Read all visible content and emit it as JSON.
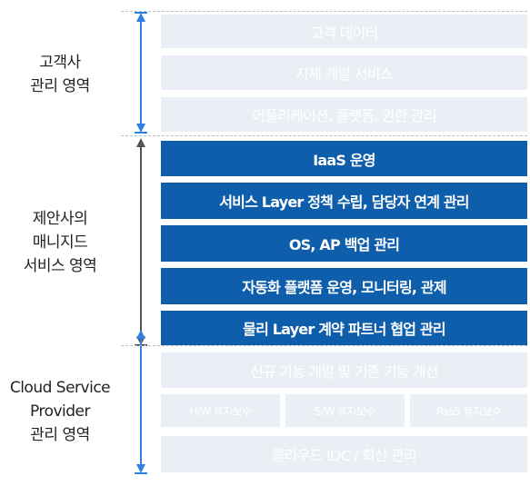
{
  "colors": {
    "light_bar": "#eaeff5",
    "dark_bar": "#0e5eab",
    "blue_arrow": "#2f80e0",
    "gray_arrow": "#555555"
  },
  "customer_zone": {
    "label_lines": [
      "고객사",
      "관리 영역"
    ],
    "rows": [
      "고객 데이터",
      "자체 개발 서비스",
      "어플리케이션, 플랫폼, 권한 관리"
    ]
  },
  "proposer_zone": {
    "label_lines": [
      "제안사의",
      "매니지드",
      "서비스 영역"
    ],
    "rows": [
      "IaaS 운영",
      "서비스 Layer 정책 수립, 담당자 연계 관리",
      "OS, AP 백업 관리",
      "자동화 플랫폼 운영, 모니터링, 관제",
      "물리 Layer 계약 파트너 협업 관리"
    ]
  },
  "csp_zone": {
    "label_lines": [
      "Cloud Service",
      "Provider",
      "관리 영역"
    ],
    "row_top": "신규 기능 개발 및 기존 기능 개선",
    "cells": [
      "H/W 유지보수",
      "S/W 유지보수",
      "PaaS 유지보수"
    ],
    "row_bottom": "클라우드 IDC / 회선 관리"
  }
}
